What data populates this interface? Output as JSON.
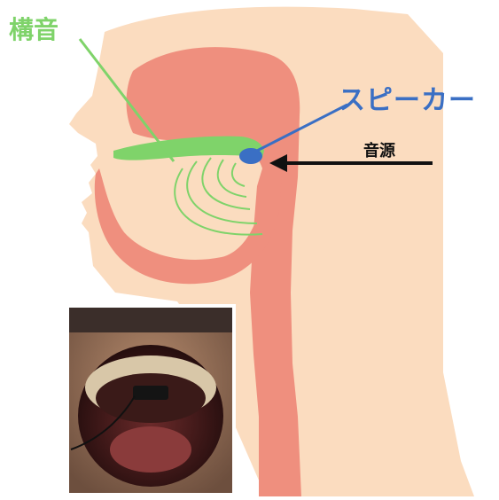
{
  "labels": {
    "articulation": "構音",
    "speaker": "スピーカー",
    "sound_source": "音源"
  },
  "colors": {
    "skin": "#fbdcbf",
    "tissue": "#ef8f7e",
    "articulation_green": "#7fd36a",
    "speaker_blue": "#3a6fc4",
    "arrow": "#111111",
    "background": "#ffffff"
  },
  "icons": {
    "speaker": "speaker-disc",
    "sound_waves": "sound-wave-arcs",
    "direction": "arrow-left"
  }
}
